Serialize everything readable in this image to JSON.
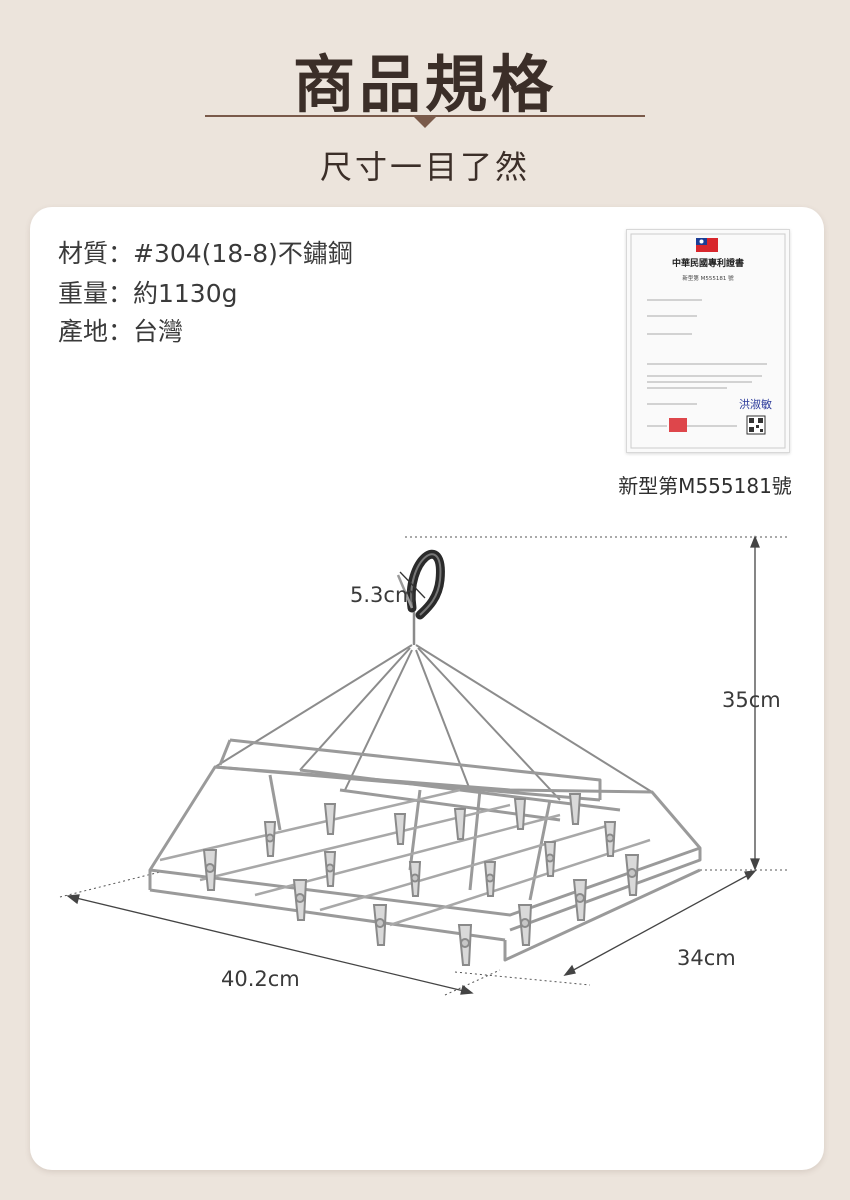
{
  "header": {
    "title": "商品規格",
    "subtitle": "尺寸一目了然"
  },
  "specs": {
    "material": "材質：#304(18-8)不鏽鋼",
    "weight": "重量：約1130g",
    "origin": "產地：台灣"
  },
  "certificate": {
    "heading": "中華民國專利證書",
    "number_line": "新型第 M555181 號",
    "signature": "洪淑敏",
    "caption": "新型第M555181號"
  },
  "dimensions": {
    "hook": "5.3cm",
    "height": "35cm",
    "width": "40.2cm",
    "depth": "34cm"
  },
  "colors": {
    "background": "#ece4dc",
    "card": "#ffffff",
    "accent": "#7a5a4a",
    "text": "#3b2e28"
  }
}
